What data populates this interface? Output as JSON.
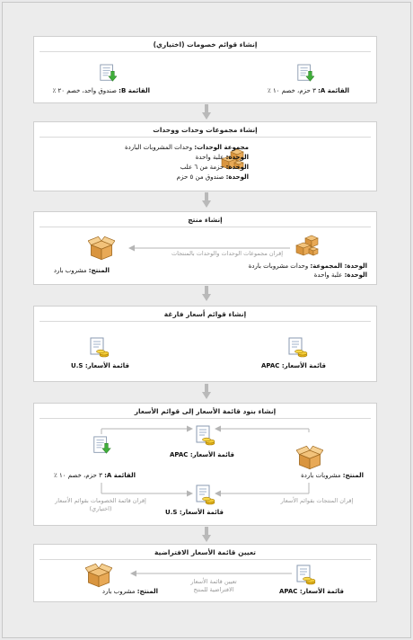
{
  "steps": [
    {
      "title": "إنشاء قوائم خصومات (اختياري)",
      "left_item": {
        "key": "القائمة B:",
        "value": " صندوق واحد، خصم ٢٠ ٪"
      },
      "right_item": {
        "key": "القائمة A:",
        "value": " ٣ حزم، خصم ١٠ ٪"
      }
    },
    {
      "title": "إنشاء مجموعات وحدات ووحدات",
      "group_key": "مجموعة الوحدات:",
      "group_value": " وحدات المشروبات الباردة",
      "units": [
        {
          "key": "الوحدة:",
          "value": " علبة واحدة"
        },
        {
          "key": "الوحدة:",
          "value": " حزمة من ٦ علب"
        },
        {
          "key": "الوحدة:",
          "value": " صندوق من ٥ حزم"
        }
      ]
    },
    {
      "title": "إنشاء منتج",
      "note": "إقران مجموعات الوحدات والوحدات بالمنتجات",
      "product": {
        "key": "المنتج:",
        "value": " مشروب بارد"
      },
      "unit_group": {
        "key": "الوحدة: المجموعة:",
        "value": " وحدات مشروبات باردة"
      },
      "unit": {
        "key": "الوحدة:",
        "value": " علبة واحدة"
      }
    },
    {
      "title": "إنشاء قوائم أسعار فارغة",
      "left_item": {
        "key": "قائمة الأسعار:",
        "value": " U.S"
      },
      "right_item": {
        "key": "قائمة الأسعار:",
        "value": " APAC"
      }
    },
    {
      "title": "إنشاء بنود قائمة الأسعار إلى قوائم الأسعار",
      "top_pricelist": {
        "key": "قائمة الأسعار:",
        "value": " APAC"
      },
      "bottom_pricelist": {
        "key": "قائمة الأسعار:",
        "value": " U.S"
      },
      "discount": {
        "key": "القائمة A:",
        "value": " ٣ حزم، خصم ١٠ ٪"
      },
      "product": {
        "key": "المنتج:",
        "value": " مشروبات باردة"
      },
      "note_left": "إقران قائمة الخصومات بقوائم الأسعار (اختياري)",
      "note_right": "إقران المنتجات بقوائم الأسعار"
    },
    {
      "title": "تعيين قائمة الأسعار الافتراضية",
      "note": "تعيين قائمة الأسعار الافتراضية للمنتج",
      "left_item": {
        "key": "المنتج:",
        "value": " مشروب بارد"
      },
      "right_item": {
        "key": "قائمة الأسعار:",
        "value": " APAC"
      }
    }
  ]
}
